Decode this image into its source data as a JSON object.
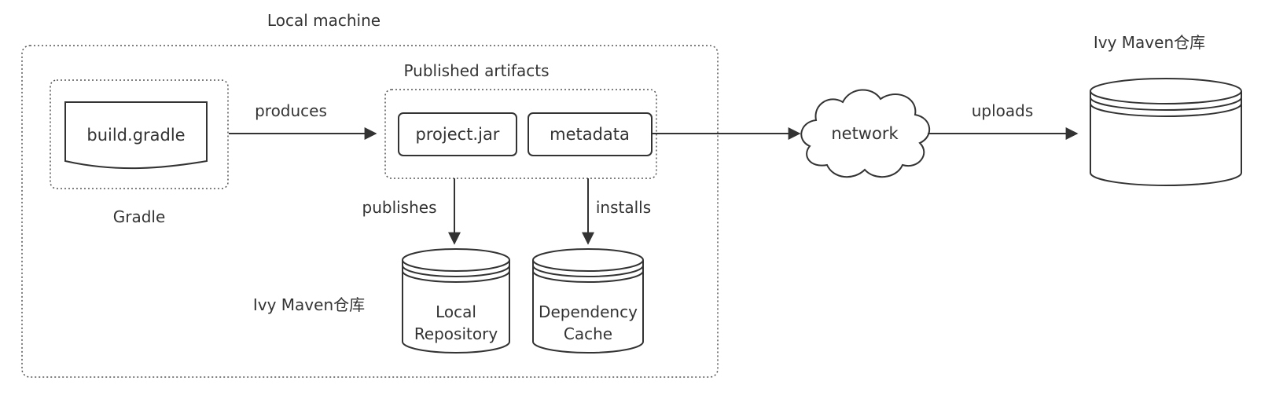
{
  "labels": {
    "local_machine": "Local machine",
    "gradle": "Gradle",
    "published_artifacts": "Published artifacts",
    "remote_repo_title": "Ivy Maven仓库",
    "local_repo_title": "Ivy Maven仓库"
  },
  "nodes": {
    "build_gradle": "build.gradle",
    "project_jar": "project.jar",
    "metadata": "metadata",
    "network": "network",
    "local_repository": [
      "Local",
      "Repository"
    ],
    "dependency_cache": [
      "Dependency",
      "Cache"
    ]
  },
  "edges": {
    "produces": "produces",
    "publishes": "publishes",
    "installs": "installs",
    "uploads": "uploads"
  }
}
